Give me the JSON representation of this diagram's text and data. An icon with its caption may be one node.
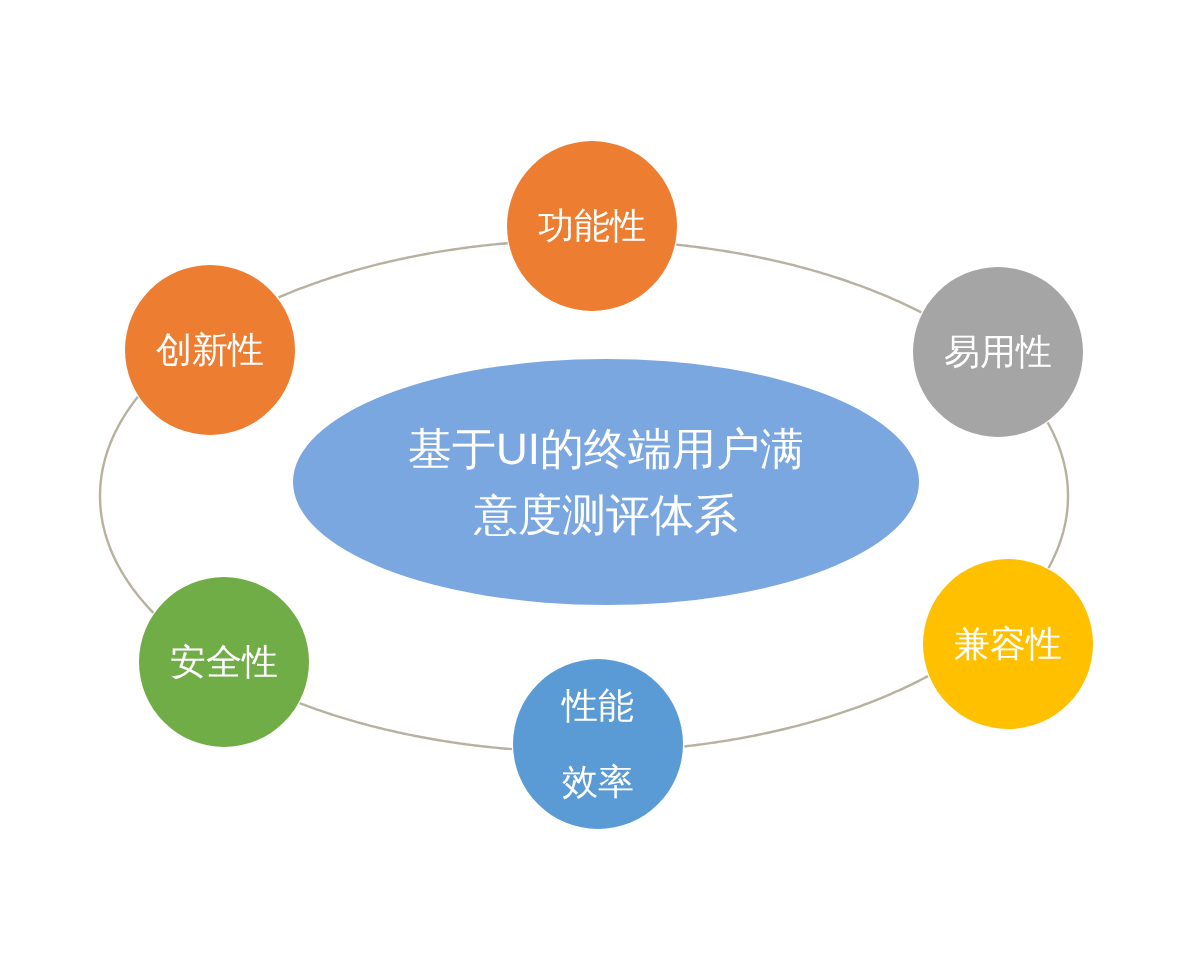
{
  "diagram": {
    "nodes": [
      {
        "text": [
          "基于UI的终端用户满意度测评体系"
        ]
      },
      {
        "text": [
          "功能性"
        ]
      },
      {
        "text": [
          "易用性"
        ]
      },
      {
        "text": [
          "兼容性"
        ]
      },
      {
        "text": [
          "性能效率"
        ]
      },
      {
        "text": [
          "安全性"
        ]
      },
      {
        "text": [
          "创新性"
        ]
      }
    ],
    "edges": [
      {
        "from": 1,
        "to": 2,
        "arrow": "none"
      },
      {
        "from": 2,
        "to": 3,
        "arrow": "none"
      },
      {
        "from": 3,
        "to": 4,
        "arrow": "none"
      },
      {
        "from": 4,
        "to": 5,
        "arrow": "none"
      },
      {
        "from": 5,
        "to": 6,
        "arrow": "none"
      },
      {
        "from": 6,
        "to": 1,
        "arrow": "none"
      }
    ]
  }
}
